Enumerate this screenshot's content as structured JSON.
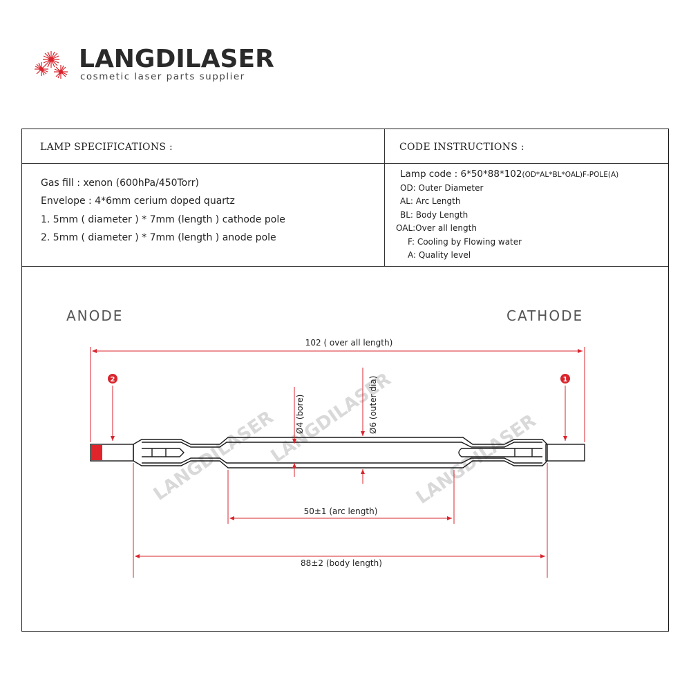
{
  "logo": {
    "name": "LANGDILASER",
    "tagline": "cosmetic laser parts supplier"
  },
  "spec": {
    "title": "LAMP SPECIFICATIONS :",
    "lines": [
      "Gas fill : xenon (600hPa/450Torr)",
      "Envelope : 4*6mm cerium doped quartz",
      "1. 5mm ( diameter ) * 7mm (length ) cathode pole",
      "2. 5mm ( diameter ) * 7mm (length ) anode pole"
    ]
  },
  "code": {
    "title": "CODE INSTRUCTIONS :",
    "main": "Lamp code : 6*50*88*102",
    "main_suffix": "(OD*AL*BL*OAL)F-POLE(A)",
    "items": [
      "OD: Outer Diameter",
      "AL: Arc Length",
      "BL: Body Length",
      "OAL:Over all length",
      "F: Cooling by Flowing water",
      "A: Quality level"
    ]
  },
  "drawing": {
    "anode_label": "ANODE",
    "cathode_label": "CATHODE",
    "overall_length": "102 ( over all length)",
    "arc_length": "50±1 (arc length)",
    "body_length": "88±2 (body length)",
    "bore": "Ø4 (bore)",
    "outer_dia": "Ø6 (outer dia)",
    "marker_anode": "2",
    "marker_cathode": "1",
    "watermark": "LANGDILASER"
  },
  "colors": {
    "dimension_red": "#d9242c",
    "anode_fill": "#e0242c",
    "outline": "#1a1a1a"
  }
}
